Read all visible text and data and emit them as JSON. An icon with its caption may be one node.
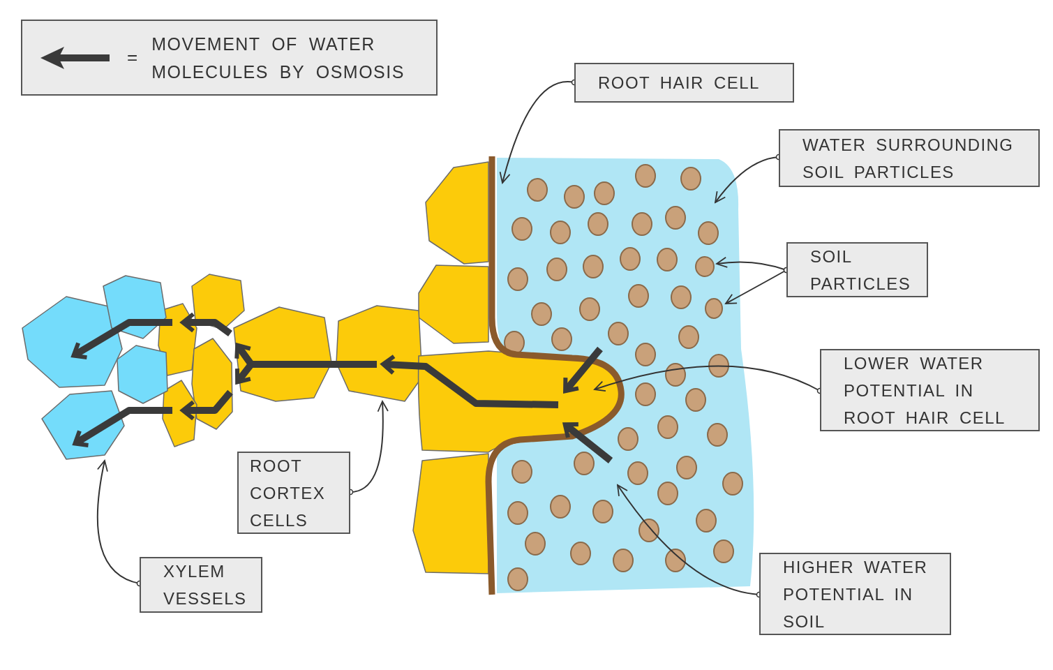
{
  "diagram": {
    "nodes": [
      {
        "text": [
          "ROOT HAIR CELL"
        ]
      },
      {
        "text": [
          "WATER SURROUNDING SOIL PARTICLES"
        ]
      },
      {
        "text": [
          "SOIL PARTICLES"
        ]
      },
      {
        "text": [
          "LOWER WATER POTENTIAL IN ROOT HAIR CELL"
        ]
      },
      {
        "text": [
          "ROOT CORTEX CELLS"
        ]
      },
      {
        "text": [
          "XYLEM VESSELS"
        ]
      },
      {
        "text": [
          "HIGHER WATER POTENTIAL IN SOIL"
        ]
      }
    ],
    "edges": [
      {
        "from": 0,
        "to": null,
        "arrow": "to"
      },
      {
        "from": 1,
        "to": null,
        "arrow": "to"
      },
      {
        "from": 2,
        "to": null,
        "arrow": "to"
      },
      {
        "from": 2,
        "to": null,
        "arrow": "to"
      },
      {
        "from": 3,
        "to": null,
        "arrow": "to"
      },
      {
        "from": 4,
        "to": null,
        "arrow": "to"
      },
      {
        "from": 5,
        "to": null,
        "arrow": "to"
      },
      {
        "from": 6,
        "to": null,
        "arrow": "to"
      }
    ],
    "labels": [
      "="
    ],
    "legend": [
      {
        "text": "MOVEMENT OF WATER MOLECULES BY OSMOSIS"
      }
    ]
  }
}
